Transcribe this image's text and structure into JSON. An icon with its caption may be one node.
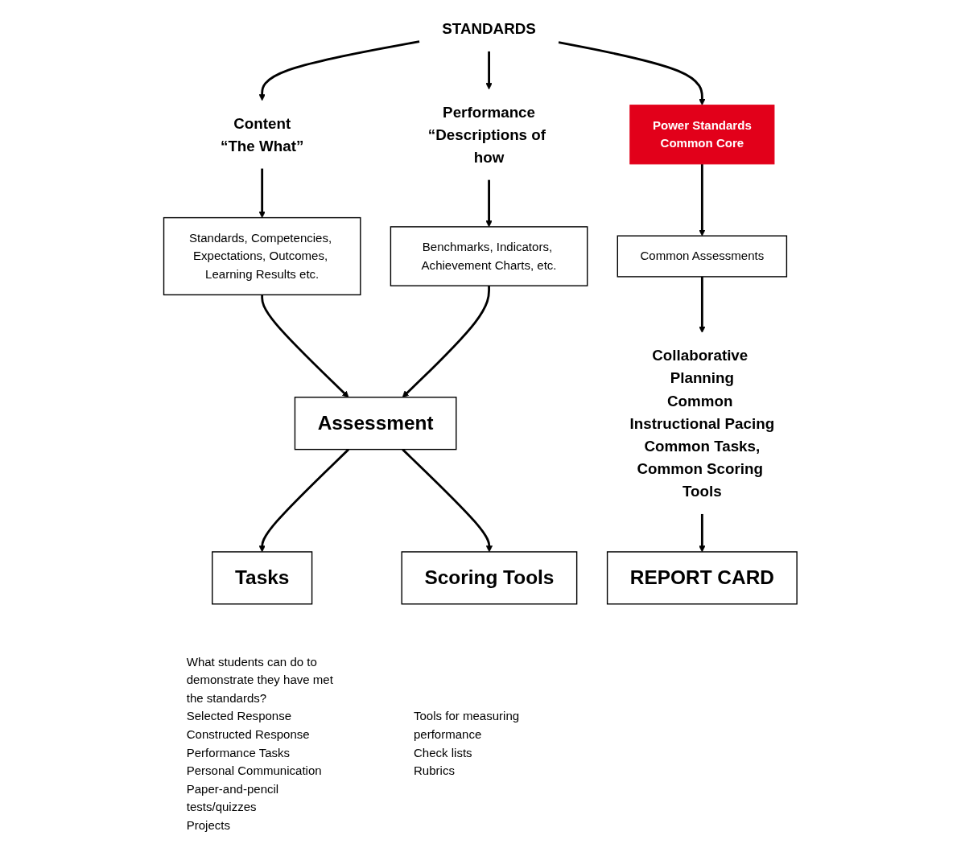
{
  "diagram": {
    "nodes": [
      {
        "text": [
          "STANDARDS"
        ]
      },
      {
        "text": [
          "Content",
          "“The What”"
        ]
      },
      {
        "text": [
          "Performance",
          "“Descriptions of how"
        ]
      },
      {
        "text": [
          "Power Standards",
          "Common Core"
        ]
      },
      {
        "text": [
          "Standards, Competencies, Expectations, Outcomes, Learning Results etc."
        ]
      },
      {
        "text": [
          "Benchmarks, Indicators, Achievement Charts, etc."
        ]
      },
      {
        "text": [
          "Assessment"
        ]
      },
      {
        "text": [
          "Common Assessments"
        ]
      },
      {
        "text": [
          "Tasks"
        ],
        "beside": [
          "What students can do to demonstrate they have met the standards?",
          "Selected Response",
          "Constructed Response",
          "Performance Tasks",
          "Personal Communication",
          "Paper-and-pencil tests/quizzes",
          "Projects"
        ]
      },
      {
        "text": [
          "Scoring Tools"
        ],
        "beside": [
          "Tools for measuring performance",
          "Check lists",
          "Rubrics"
        ]
      },
      {
        "text": [
          "Collaborative Planning",
          "Common Instructional Pacing",
          "Common Tasks,",
          "Common Scoring Tools"
        ]
      },
      {
        "text": [
          "REPORT CARD"
        ]
      }
    ],
    "edges": [
      {
        "from": 0,
        "to": 1,
        "arrow": "to"
      },
      {
        "from": 0,
        "to": 2,
        "arrow": "to"
      },
      {
        "from": 0,
        "to": 3,
        "arrow": "to"
      },
      {
        "from": 1,
        "to": 4,
        "arrow": "to"
      },
      {
        "from": 2,
        "to": 5,
        "arrow": "to"
      },
      {
        "from": 3,
        "to": 7,
        "arrow": "to"
      },
      {
        "from": 4,
        "to": 6,
        "arrow": "to"
      },
      {
        "from": 5,
        "to": 6,
        "arrow": "to"
      },
      {
        "from": 6,
        "to": 8,
        "arrow": "to"
      },
      {
        "from": 6,
        "to": 9,
        "arrow": "to"
      },
      {
        "from": 7,
        "to": 10,
        "arrow": "to"
      },
      {
        "from": 10,
        "to": 11,
        "arrow": "to"
      }
    ]
  }
}
